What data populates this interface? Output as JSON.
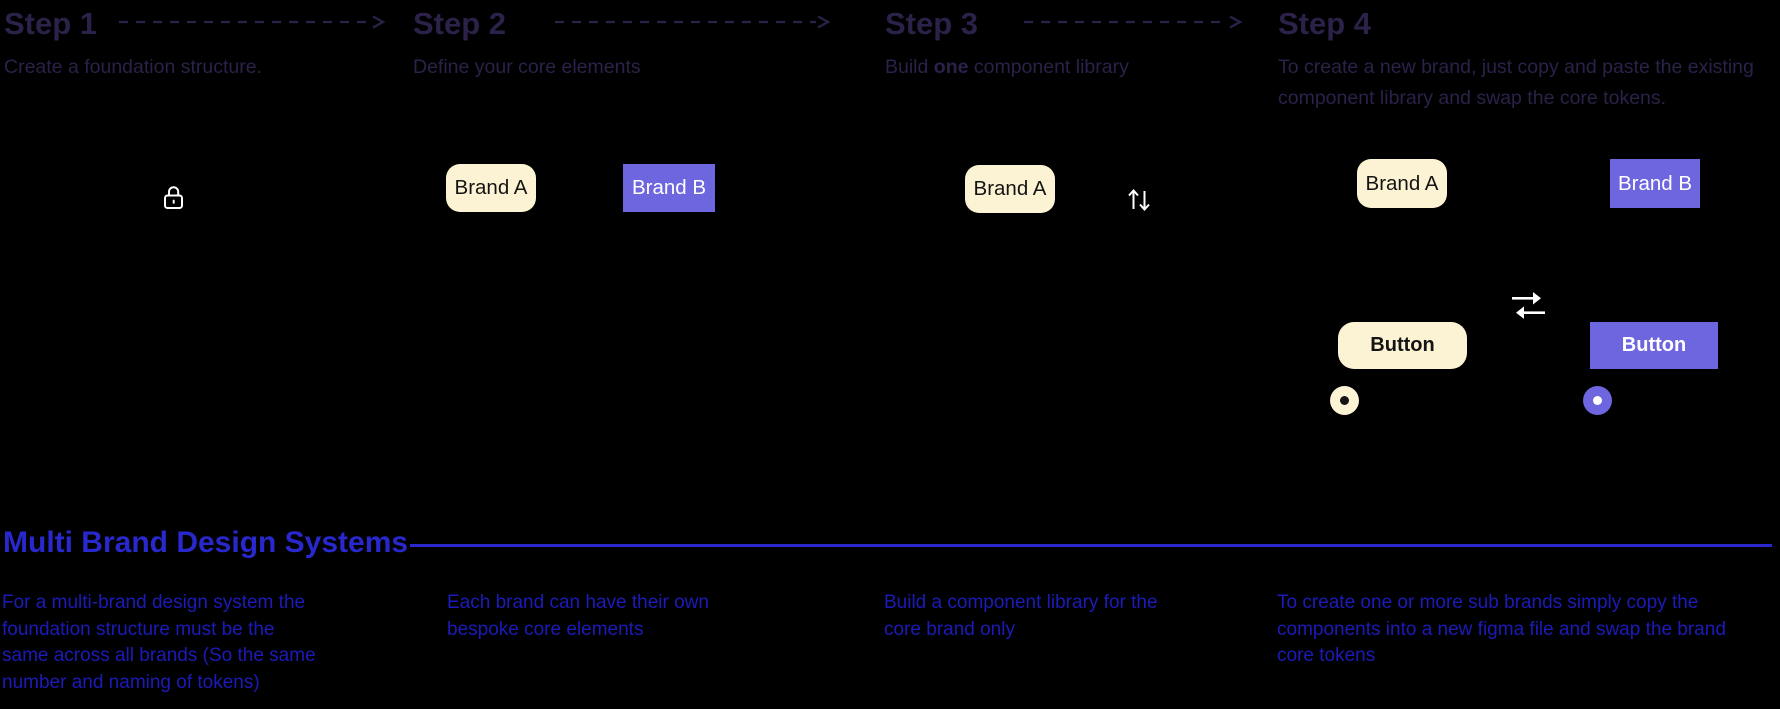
{
  "colors": {
    "bg": "#000000",
    "step-ink": "#2B2149",
    "cream": "#FBF3D3",
    "chip-ink": "#141414",
    "purple": "#6E66DF",
    "title-blue": "#2828CD",
    "note-blue": "#1C1BB9",
    "white": "#FFFFFF"
  },
  "steps": [
    {
      "title": "Step 1",
      "desc": "Create a foundation structure."
    },
    {
      "title": "Step 2",
      "desc": "Define your core elements"
    },
    {
      "title": "Step 3",
      "desc_prefix": "Build ",
      "desc_bold": "one",
      "desc_suffix": " component library"
    },
    {
      "title": "Step 4",
      "desc_lines": [
        "To create a new brand, just copy and paste the existing",
        "component library and swap the core tokens."
      ]
    }
  ],
  "chips": {
    "brand_a": "Brand A",
    "brand_b": "Brand B"
  },
  "component": {
    "button_label": "Button"
  },
  "icons": {
    "lock": "lock-outline",
    "up_down": "arrow-up-down",
    "swap": "arrow-left-right-swap",
    "step_connector": "dashed-arrow-right"
  },
  "footer": {
    "title": "Multi Brand Design Systems",
    "notes": [
      {
        "lines": [
          "For a multi-brand design system the",
          "foundation structure must be the",
          "same across all brands (So the same",
          "number and naming of tokens)"
        ]
      },
      {
        "lines": [
          "Each brand can have their own",
          "bespoke core elements"
        ]
      },
      {
        "lines": [
          "Build a component library for the",
          "core brand only"
        ]
      },
      {
        "lines": [
          "To create one or more sub brands simply copy the",
          "components into a new figma file and swap the brand",
          "core tokens"
        ]
      }
    ]
  }
}
